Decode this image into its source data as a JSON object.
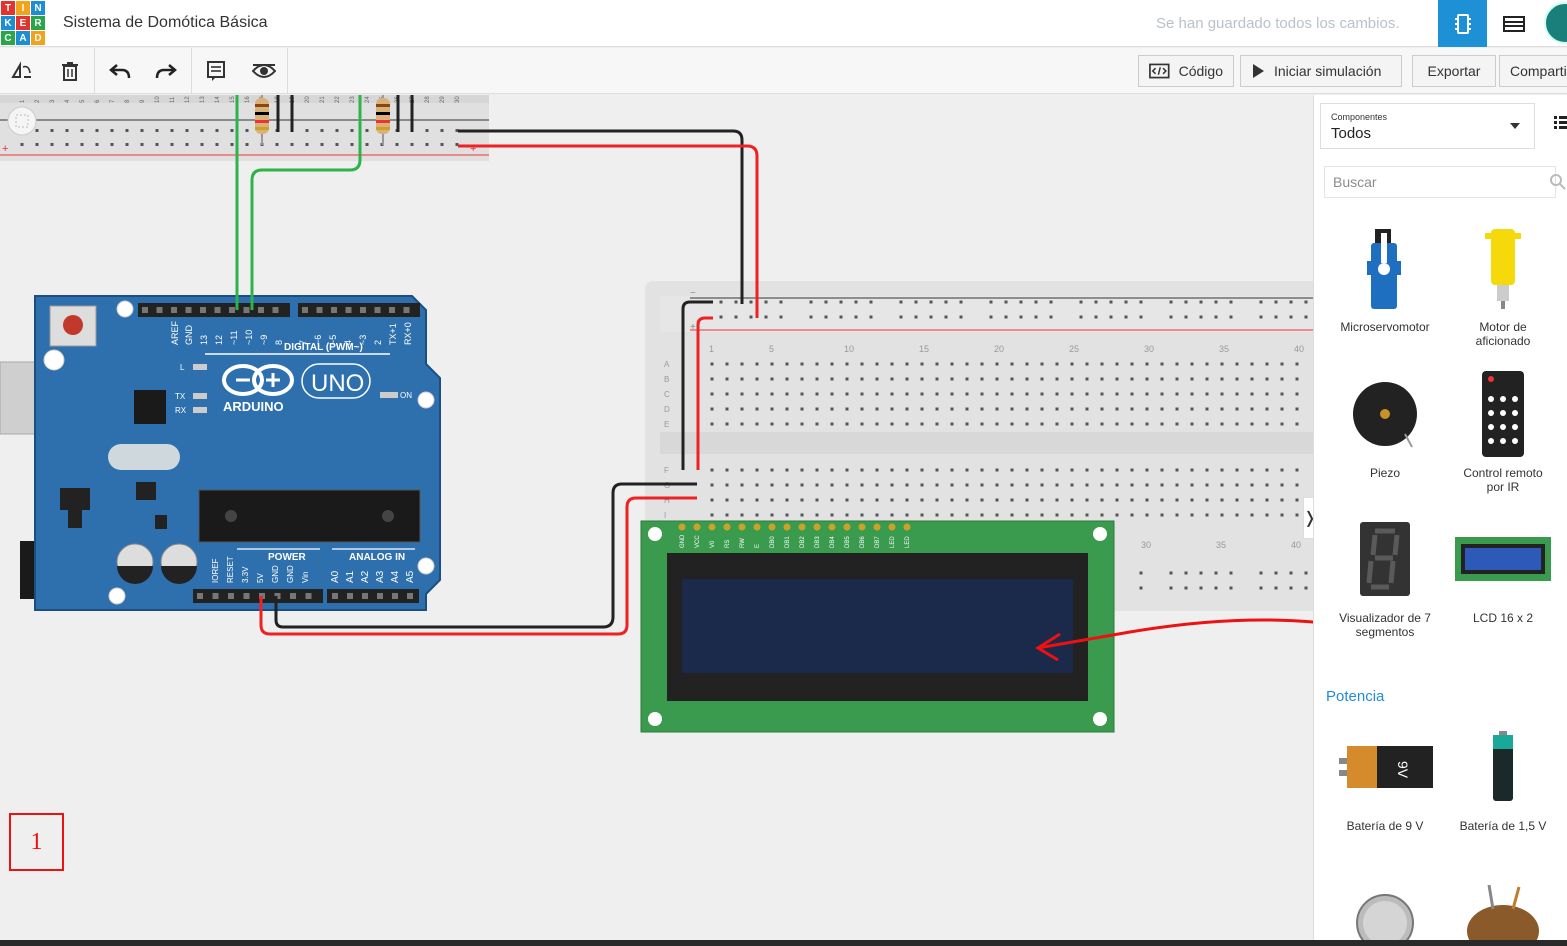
{
  "app": {
    "logo_letters": [
      "T",
      "I",
      "N",
      "K",
      "E",
      "R",
      "C",
      "A",
      "D"
    ],
    "logo_colors": [
      "#e2332f",
      "#f2a21b",
      "#1d8ed3",
      "#1d8ed3",
      "#e2332f",
      "#2aa64a",
      "#2aa64a",
      "#1d8ed3",
      "#f2a21b"
    ],
    "project_title": "Sistema de Domótica Básica",
    "save_status": "Se han guardado todos los cambios.",
    "accent_color": "#1e90d6"
  },
  "toolbar": {
    "code_label": "Código",
    "simulate_label": "Iniciar simulación",
    "export_label": "Exportar",
    "share_label": "Compartir",
    "icons": [
      "rotate-icon",
      "delete-icon",
      "undo-icon",
      "redo-icon",
      "notes-icon",
      "visibility-icon"
    ]
  },
  "panel": {
    "components_caption": "Componentes",
    "components_value": "Todos",
    "search_placeholder": "Buscar",
    "items": [
      {
        "label_1": "Microservomotor",
        "label_2": ""
      },
      {
        "label_1": "Motor de",
        "label_2": "aficionado"
      },
      {
        "label_1": "Piezo",
        "label_2": ""
      },
      {
        "label_1": "Control remoto",
        "label_2": "por IR"
      },
      {
        "label_1": "Visualizador de 7",
        "label_2": "segmentos"
      },
      {
        "label_1": "LCD 16 x 2",
        "label_2": ""
      }
    ],
    "section_power": "Potencia",
    "power_items": [
      {
        "label": "Batería de 9 V"
      },
      {
        "label": "Batería de 1,5 V"
      }
    ]
  },
  "arduino": {
    "brand": "ARDUINO",
    "model": "UNO",
    "digital_label": "DIGITAL (PWM~)",
    "power_label": "POWER",
    "analog_label": "ANALOG IN",
    "on_label": "ON",
    "l_label": "L",
    "tx_label": "TX",
    "rx_label": "RX",
    "digital_pins": [
      "AREF",
      "GND",
      "13",
      "12",
      "~11",
      "~10",
      "~9",
      "8",
      "7",
      "~6",
      "~5",
      "4",
      "~3",
      "2",
      "TX+1",
      "RX+0"
    ],
    "power_pins": [
      "IOREF",
      "RESET",
      "3.3V",
      "5V",
      "GND",
      "GND",
      "Vin"
    ],
    "analog_pins": [
      "A0",
      "A1",
      "A2",
      "A3",
      "A4",
      "A5"
    ]
  },
  "breadboard": {
    "col_numbers": [
      "1",
      "5",
      "10",
      "15",
      "20",
      "25",
      "30",
      "35",
      "40"
    ],
    "row_letters_top": [
      "A",
      "B",
      "C",
      "D",
      "E"
    ],
    "row_letters_bottom": [
      "F",
      "G",
      "H",
      "I"
    ],
    "top_numbers": [
      "1",
      "2",
      "3",
      "4",
      "5",
      "6",
      "7",
      "8",
      "9",
      "10",
      "11",
      "12",
      "13",
      "14",
      "15",
      "16",
      "17",
      "18",
      "19",
      "20",
      "21",
      "22",
      "23",
      "24",
      "25",
      "26",
      "27",
      "28",
      "29",
      "30"
    ]
  },
  "lcd": {
    "pins": [
      "GND",
      "VCC",
      "V0",
      "RS",
      "RW",
      "E",
      "DB0",
      "DB1",
      "DB2",
      "DB3",
      "DB4",
      "DB5",
      "DB6",
      "DB7",
      "LED",
      "LED"
    ]
  },
  "annotation": {
    "number": "1",
    "color": "#e11111"
  }
}
